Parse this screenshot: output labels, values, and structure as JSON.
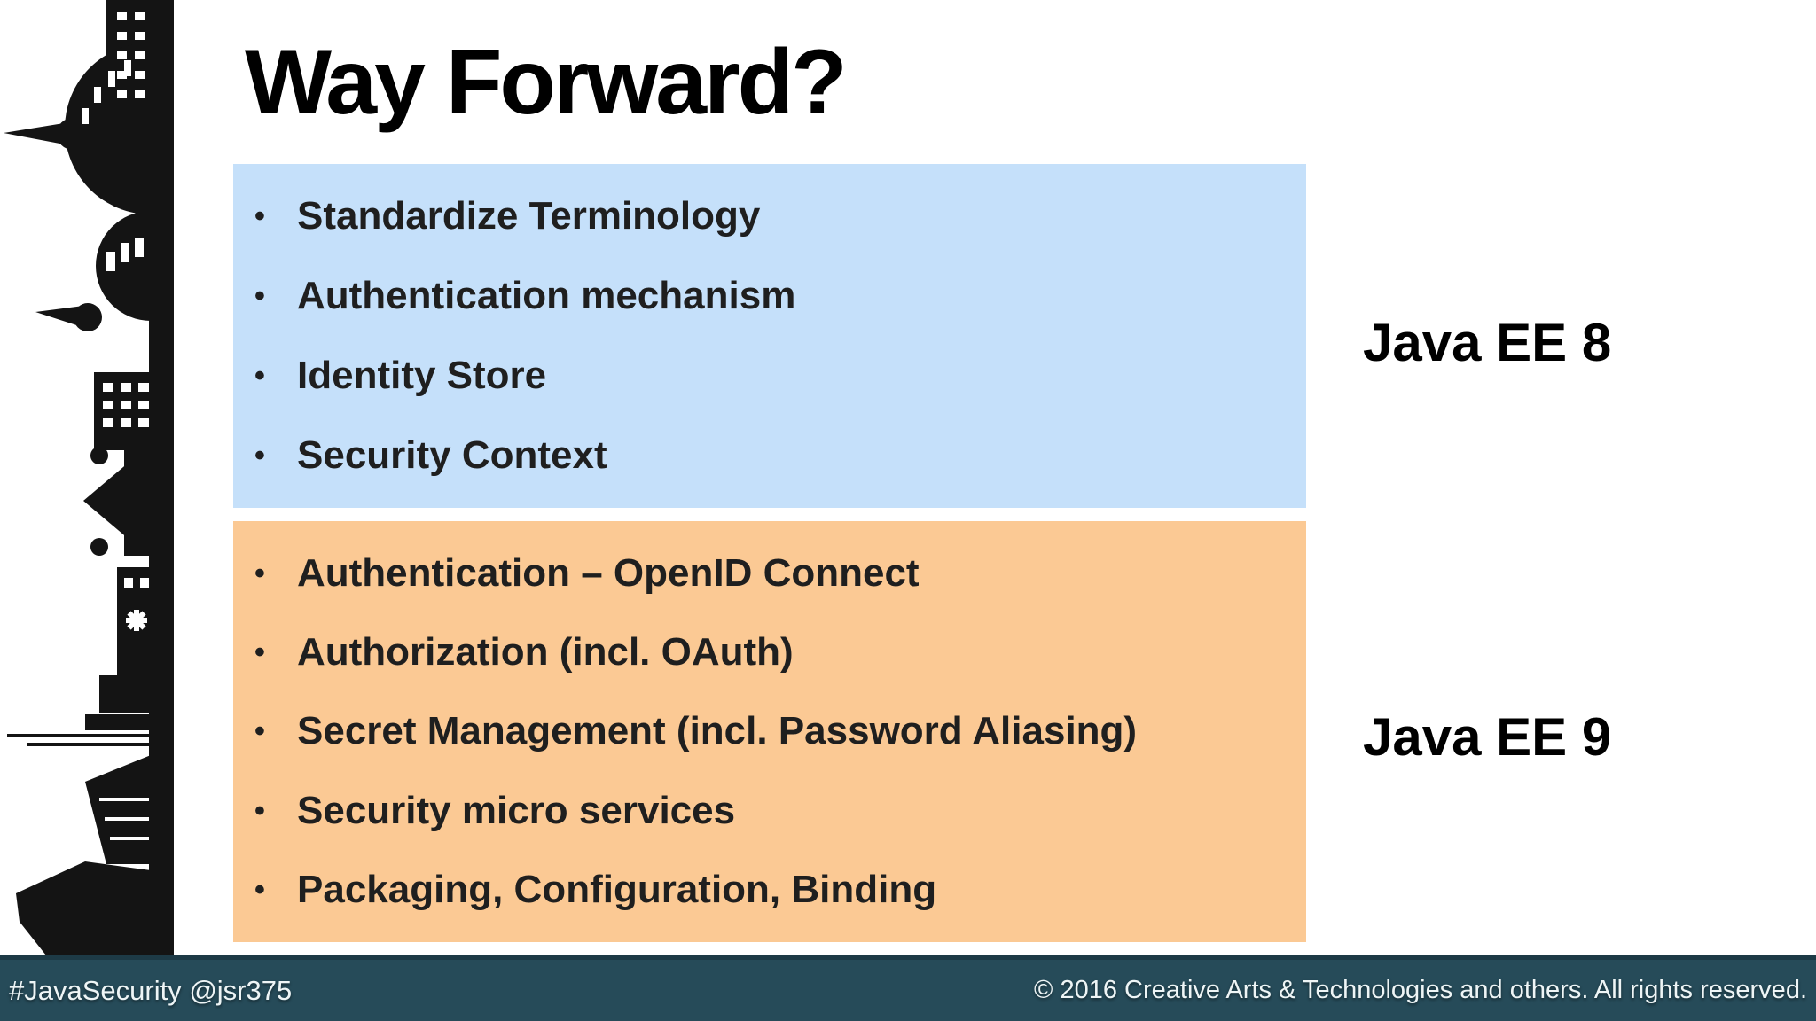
{
  "slide": {
    "title": "Way Forward?",
    "bullet_char": "•",
    "blue_box": {
      "bg": "#c5e0fa",
      "label": "Java EE 8",
      "items": [
        "Standardize Terminology",
        "Authentication mechanism",
        "Identity Store",
        "Security Context"
      ]
    },
    "orange_box": {
      "bg": "#fbc994",
      "label": "Java EE 9",
      "items": [
        "Authentication – OpenID Connect",
        "Authorization (incl. OAuth)",
        "Secret Management (incl. Password Aliasing)",
        "Security micro services",
        "Packaging, Configuration, Binding"
      ]
    },
    "footer": {
      "bg": "#264b59",
      "left": "#JavaSecurity @jsr375",
      "right": "© 2016 Creative Arts & Technologies and others. All rights reserved."
    },
    "colors": {
      "title_text": "#000000",
      "bullet_text": "#1f1f1f",
      "footer_text": "#eef5f6",
      "silhouette": "#141414"
    },
    "decoration": {
      "name": "city-skyline-silhouette"
    }
  }
}
